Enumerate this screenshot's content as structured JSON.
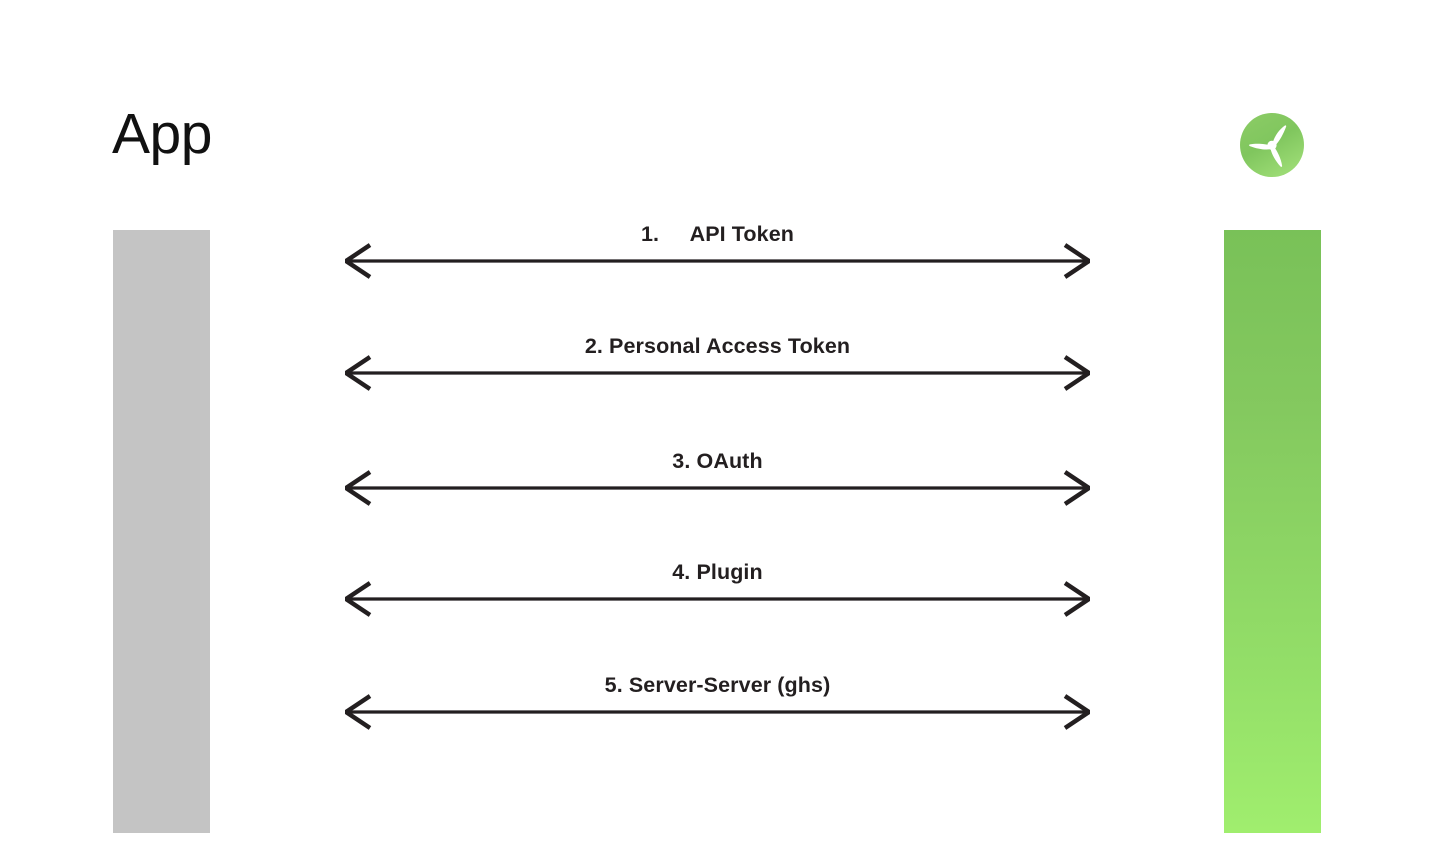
{
  "diagram": {
    "title": "App",
    "background_color": "#ffffff",
    "left_actor": {
      "label": "App",
      "lifeline_color": "#c4c4c4"
    },
    "right_actor": {
      "logo_icon": "green-propeller-logo-icon",
      "logo_circle_color": "#7dc45c",
      "logo_blade_color": "#ffffff",
      "lifeline_gradient_top": "#79c158",
      "lifeline_gradient_bottom": "#a0ee6e"
    },
    "arrow_color": "#231f20",
    "messages": [
      {
        "index": "1.",
        "label": "1.\tAPI Token",
        "name": "API Token",
        "direction": "bidirectional"
      },
      {
        "index": "2.",
        "label": "2. Personal Access Token",
        "name": "Personal Access Token",
        "direction": "bidirectional"
      },
      {
        "index": "3.",
        "label": "3. OAuth",
        "name": "OAuth",
        "direction": "bidirectional"
      },
      {
        "index": "4.",
        "label": "4. Plugin",
        "name": "Plugin",
        "direction": "bidirectional"
      },
      {
        "index": "5.",
        "label": "5. Server-Server (ghs)",
        "name": "Server-Server (ghs)",
        "direction": "bidirectional"
      }
    ]
  }
}
